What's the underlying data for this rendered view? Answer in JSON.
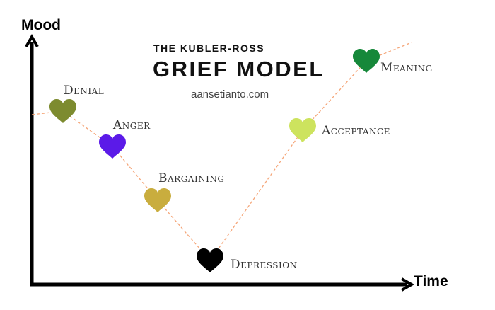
{
  "title": {
    "subtitle": "THE KUBLER-ROSS",
    "main": "GRIEF MODEL",
    "site": "aansetianto.com"
  },
  "axes": {
    "y_label": "Mood",
    "x_label": "Time"
  },
  "line_color": "#f5a679",
  "stages": [
    {
      "name": "Denial",
      "color": "#7d8b2f",
      "time": 1,
      "mood": 6.2
    },
    {
      "name": "Anger",
      "color": "#5b1ae8",
      "time": 2,
      "mood": 5.3
    },
    {
      "name": "Bargaining",
      "color": "#c9ad3e",
      "time": 3,
      "mood": 3.9
    },
    {
      "name": "Depression",
      "color": "#000000",
      "time": 4,
      "mood": 2.4
    },
    {
      "name": "Acceptance",
      "color": "#cde35e",
      "time": 6,
      "mood": 5.8
    },
    {
      "name": "Meaning",
      "color": "#16883a",
      "time": 7.2,
      "mood": 7.6
    }
  ]
}
